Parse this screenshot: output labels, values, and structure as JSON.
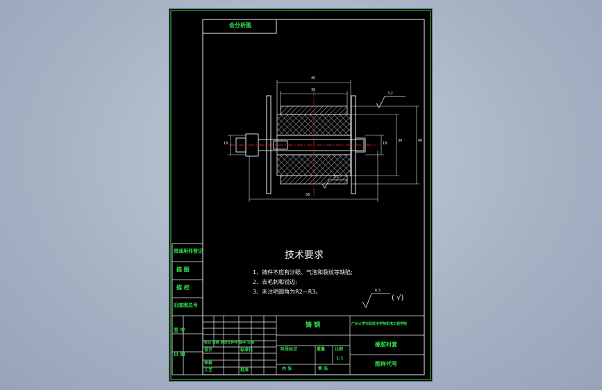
{
  "title_box": {
    "label": "会分析图"
  },
  "tech_requirements": {
    "heading": "技术要求",
    "items": [
      "1、铸件不应有沙眼、气泡和裂纹等缺陷;",
      "2、去毛刺和锐边;",
      "3、未注明圆角为R2—R3。"
    ]
  },
  "dimensions": {
    "top1": "40",
    "top2": "30",
    "bottom": "56",
    "right1": "40",
    "right2": "30",
    "right3": "18",
    "left": "18",
    "roughness_top": "3.2",
    "roughness_mid": "3.2",
    "roughness_sym": "6.3",
    "roughness_paren": "(  √)"
  },
  "left_column": [
    "借通用件登记",
    "描  图",
    "描  校",
    "旧底图总号",
    "签  字",
    "日  期"
  ],
  "title_block": {
    "material": "铸  钢",
    "company": "广州大学市政技术学院机电工程学院",
    "part_name": "橡胶衬套",
    "drawing_no": "图样代号",
    "r_design": "设计",
    "r_check": "审核",
    "r_process": "工艺",
    "r_std": "标准化",
    "r_approve": "批准",
    "r_date": "日期",
    "rev_header": "标记 处数 更改文件号 签字 日期",
    "stage_label": "阶段标记",
    "weight": "重量",
    "scale": "比例",
    "scale_val": "1:1",
    "sheets": "共  张",
    "sheet_no": "第  张"
  }
}
